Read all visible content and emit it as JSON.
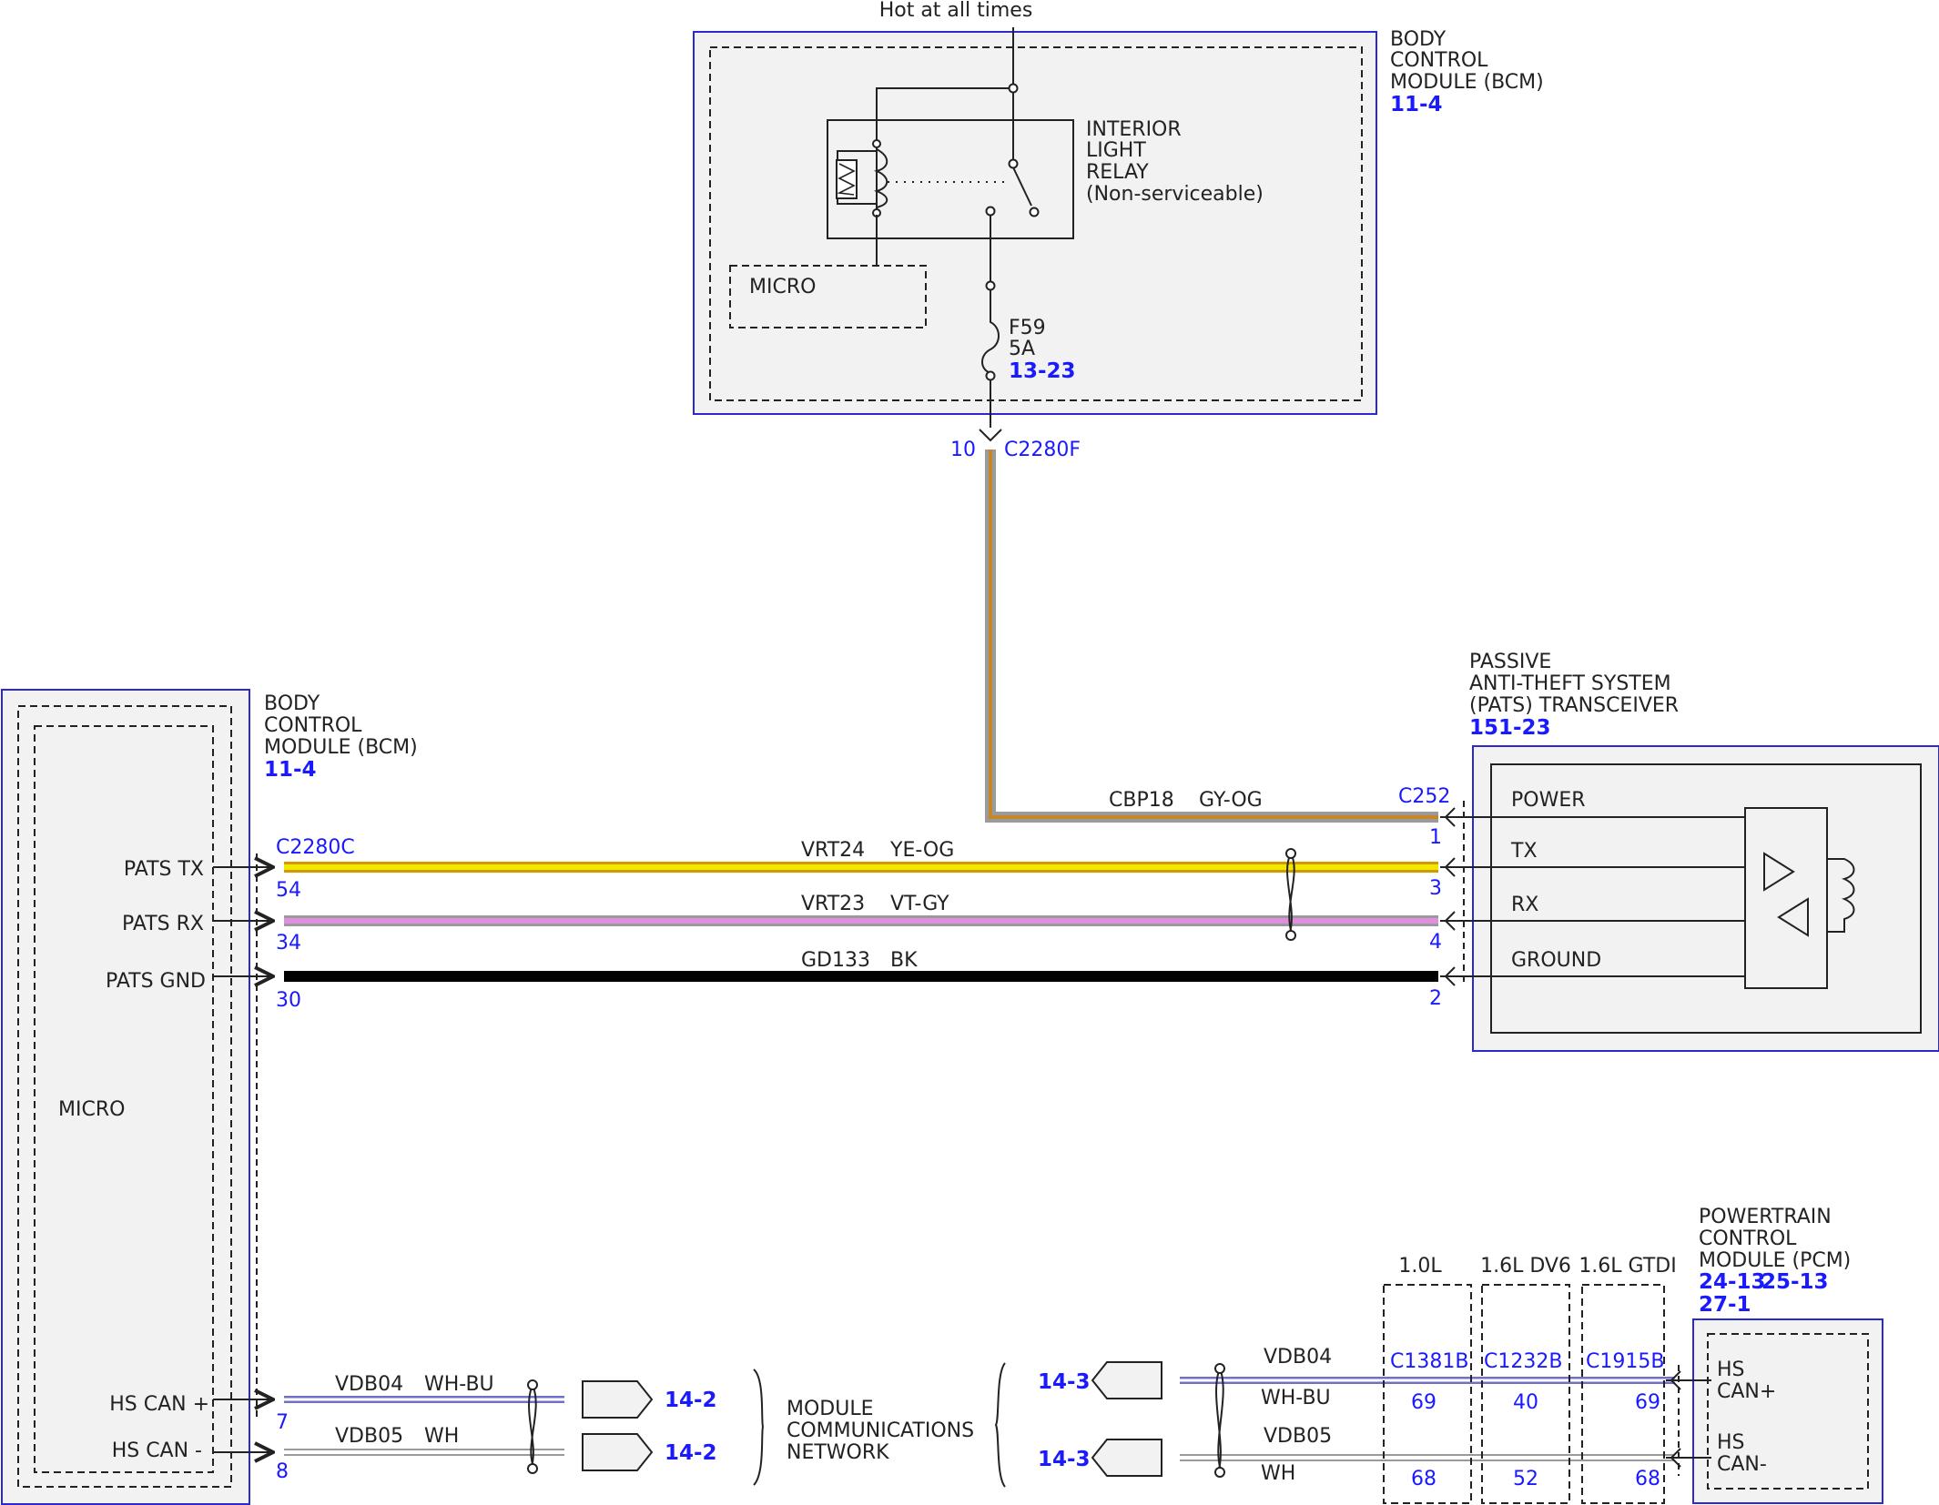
{
  "top": {
    "power_label": "Hot at all times",
    "bcm": {
      "title": [
        "BODY",
        "CONTROL",
        "MODULE (BCM)"
      ],
      "ref": "11-4",
      "micro": "MICRO",
      "relay": [
        "INTERIOR",
        "LIGHT",
        "RELAY",
        "(Non-serviceable)"
      ],
      "fuse": [
        "F59",
        "5A"
      ],
      "fuse_ref": "13-23"
    },
    "connector": {
      "pin": "10",
      "name": "C2280F"
    }
  },
  "left_bcm": {
    "title": [
      "BODY",
      "CONTROL",
      "MODULE (BCM)"
    ],
    "ref": "11-4",
    "micro": "MICRO",
    "connector": "C2280C",
    "pins": [
      {
        "label": "PATS TX",
        "num": "54"
      },
      {
        "label": "PATS RX",
        "num": "34"
      },
      {
        "label": "PATS GND",
        "num": "30"
      },
      {
        "label": "HS CAN +",
        "num": "7"
      },
      {
        "label": "HS CAN -",
        "num": "8"
      }
    ]
  },
  "pats": {
    "title": [
      "PASSIVE",
      "ANTI-THEFT SYSTEM",
      "(PATS) TRANSCEIVER"
    ],
    "ref": "151-23",
    "connector": "C252",
    "pins": [
      {
        "label": "POWER",
        "num": "1"
      },
      {
        "label": "TX",
        "num": "3"
      },
      {
        "label": "RX",
        "num": "4"
      },
      {
        "label": "GROUND",
        "num": "2"
      }
    ]
  },
  "wires": [
    {
      "circuit": "CBP18",
      "color": "GY-OG"
    },
    {
      "circuit": "VRT24",
      "color": "YE-OG"
    },
    {
      "circuit": "VRT23",
      "color": "VT-GY"
    },
    {
      "circuit": "GD133",
      "color": "BK"
    },
    {
      "circuit": "VDB04",
      "color": "WH-BU"
    },
    {
      "circuit": "VDB05",
      "color": "WH"
    }
  ],
  "network": {
    "label": [
      "MODULE",
      "COMMUNICATIONS",
      "NETWORK"
    ],
    "left_refs": [
      "14-2",
      "14-2"
    ],
    "right_refs": [
      "14-3",
      "14-3"
    ]
  },
  "pcm": {
    "title": [
      "POWERTRAIN",
      "CONTROL",
      "MODULE (PCM)"
    ],
    "refs": [
      "24-13",
      "25-13",
      "27-1"
    ],
    "pins": [
      {
        "label": [
          "HS",
          "CAN+"
        ]
      },
      {
        "label": [
          "HS",
          "CAN-"
        ]
      }
    ],
    "engines": [
      {
        "name": "1.0L",
        "connector": "C1381B",
        "pins": [
          "69",
          "68"
        ]
      },
      {
        "name": "1.6L DV6",
        "connector": "C1232B",
        "pins": [
          "40",
          "52"
        ]
      },
      {
        "name": "1.6L GTDI",
        "connector": "C1915B",
        "pins": [
          "69",
          "68"
        ]
      }
    ]
  },
  "colors": {
    "module_border": "#2a2ad0",
    "module_fill": "#f2f2f2",
    "link_text": "#1a1aff",
    "wire_gy_og": [
      "#9a9a9a",
      "#c8862a"
    ],
    "wire_ye_og": [
      "#f3e600",
      "#d09a00"
    ],
    "wire_vt_gy": [
      "#e08ee0",
      "#9a9a9a"
    ],
    "wire_bk": "#000000"
  }
}
